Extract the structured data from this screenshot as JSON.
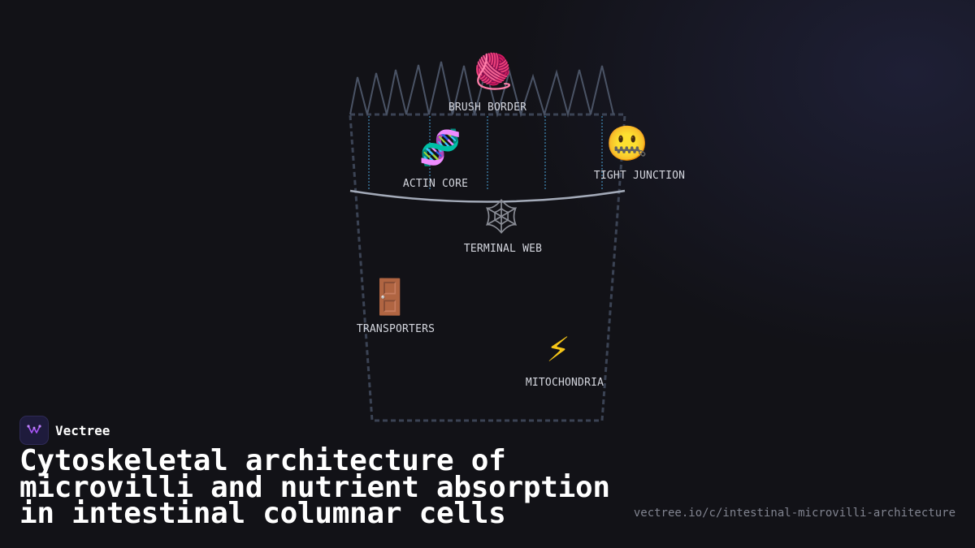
{
  "diagram": {
    "nodes": [
      {
        "key": "brush",
        "label": "BRUSH BORDER",
        "icon_name": "yarn-icon",
        "glyph": "🧶"
      },
      {
        "key": "actin",
        "label": "ACTIN CORE",
        "icon_name": "dna-icon",
        "glyph": "🧬"
      },
      {
        "key": "tight",
        "label": "TIGHT JUNCTION",
        "icon_name": "zipper-mouth-icon",
        "glyph": "🤐"
      },
      {
        "key": "web",
        "label": "TERMINAL WEB",
        "icon_name": "spider-web-icon",
        "glyph": "🕸"
      },
      {
        "key": "transport",
        "label": "TRANSPORTERS",
        "icon_name": "door-icon",
        "glyph": "🚪"
      },
      {
        "key": "mito",
        "label": "MITOCHONDRIA",
        "icon_name": "lightning-icon",
        "glyph": "⚡"
      }
    ],
    "colors": {
      "outline": "#3b4354",
      "microvilli": "#4a5365",
      "actin_lines": "#4aa3d8",
      "terminal_web_curve": "#a3aab8"
    }
  },
  "brand": {
    "name": "Vectree",
    "icon_name": "vectree-logo-icon",
    "accent": "#a855f7"
  },
  "title": "Cytoskeletal architecture of microvilli and nutrient absorption in intestinal columnar cells",
  "url": "vectree.io/c/intestinal-microvilli-architecture"
}
